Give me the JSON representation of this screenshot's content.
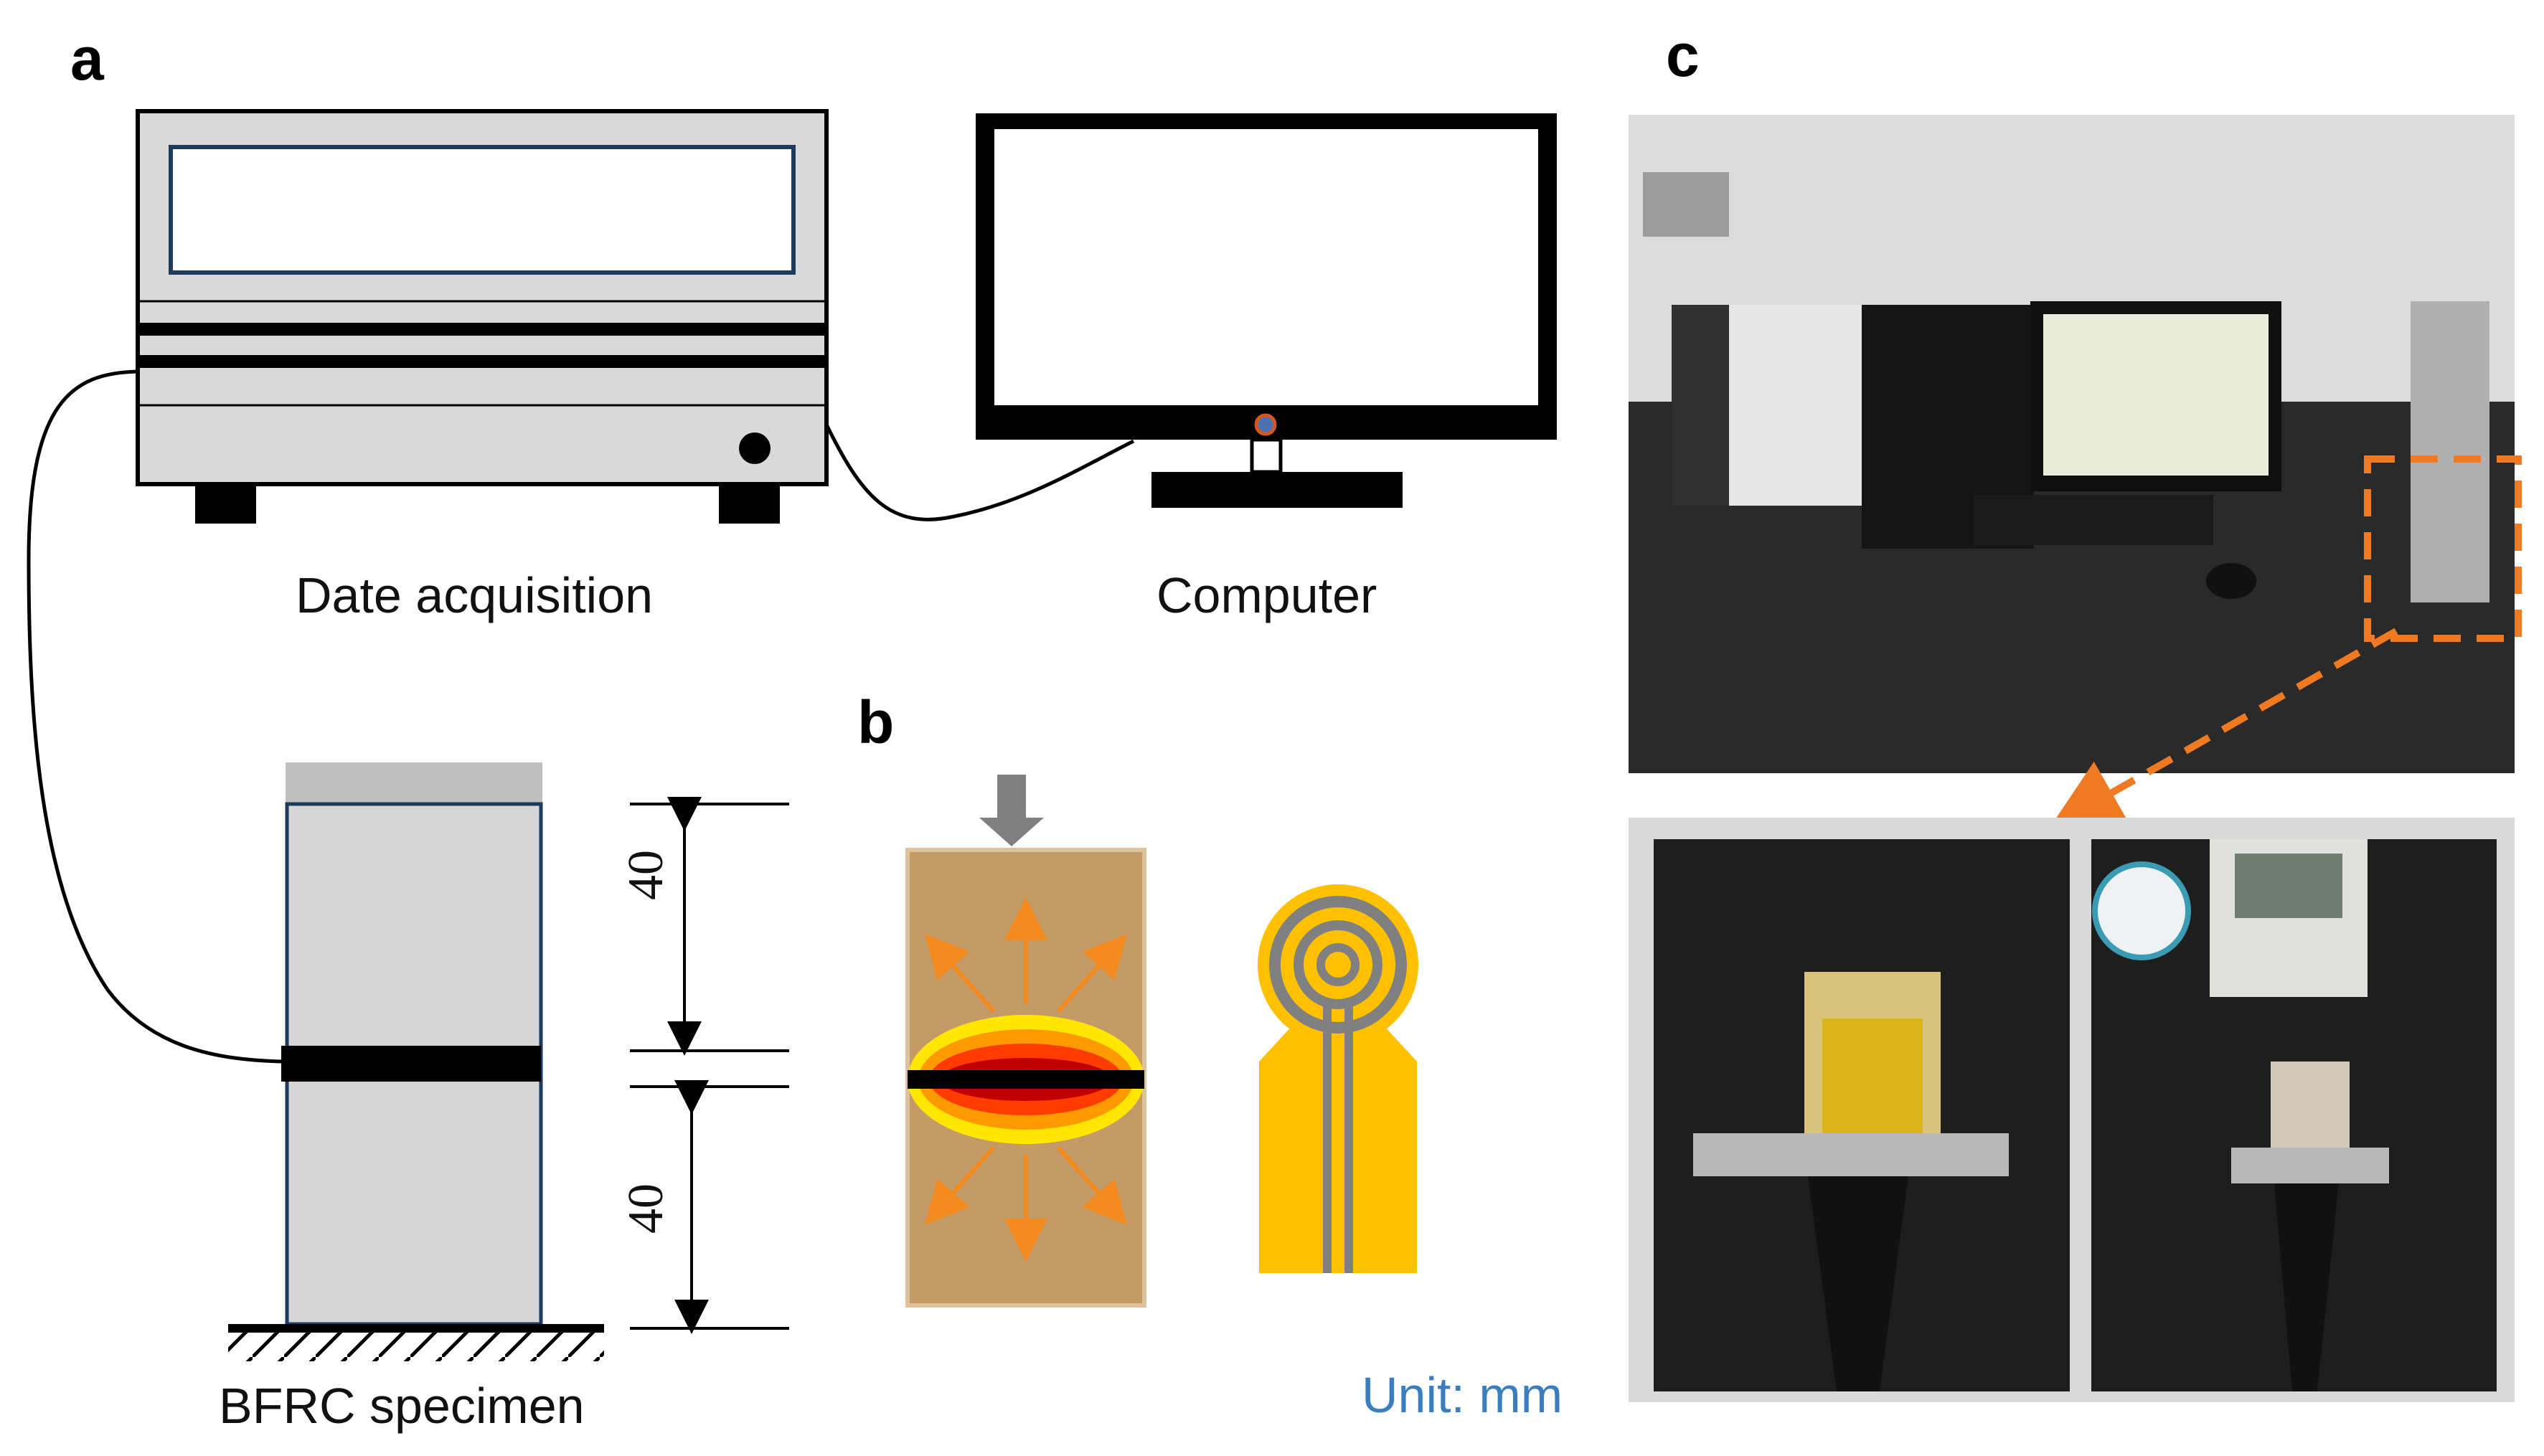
{
  "panels": {
    "a": {
      "letter": "a",
      "data_acquisition_label": "Date acquisition",
      "computer_label": "Computer",
      "specimen_label": "BFRC specimen",
      "dimension_top": "40",
      "dimension_bottom": "40"
    },
    "b": {
      "letter": "b",
      "unit_label": "Unit: mm"
    },
    "c": {
      "letter": "c"
    }
  },
  "colors": {
    "device_gray": "#d9d9d9",
    "specimen_cap": "#bfbfbf",
    "specimen_body": "#d6d6d6",
    "specimen_outline": "#1f3a5f",
    "concrete": "#c49a66",
    "sensor": "#ffc000",
    "sensor_trace": "#808080",
    "arrow_orange": "#f28a1e",
    "highlight_dash": "#f07a22",
    "unit_blue": "#3a7ec0"
  }
}
